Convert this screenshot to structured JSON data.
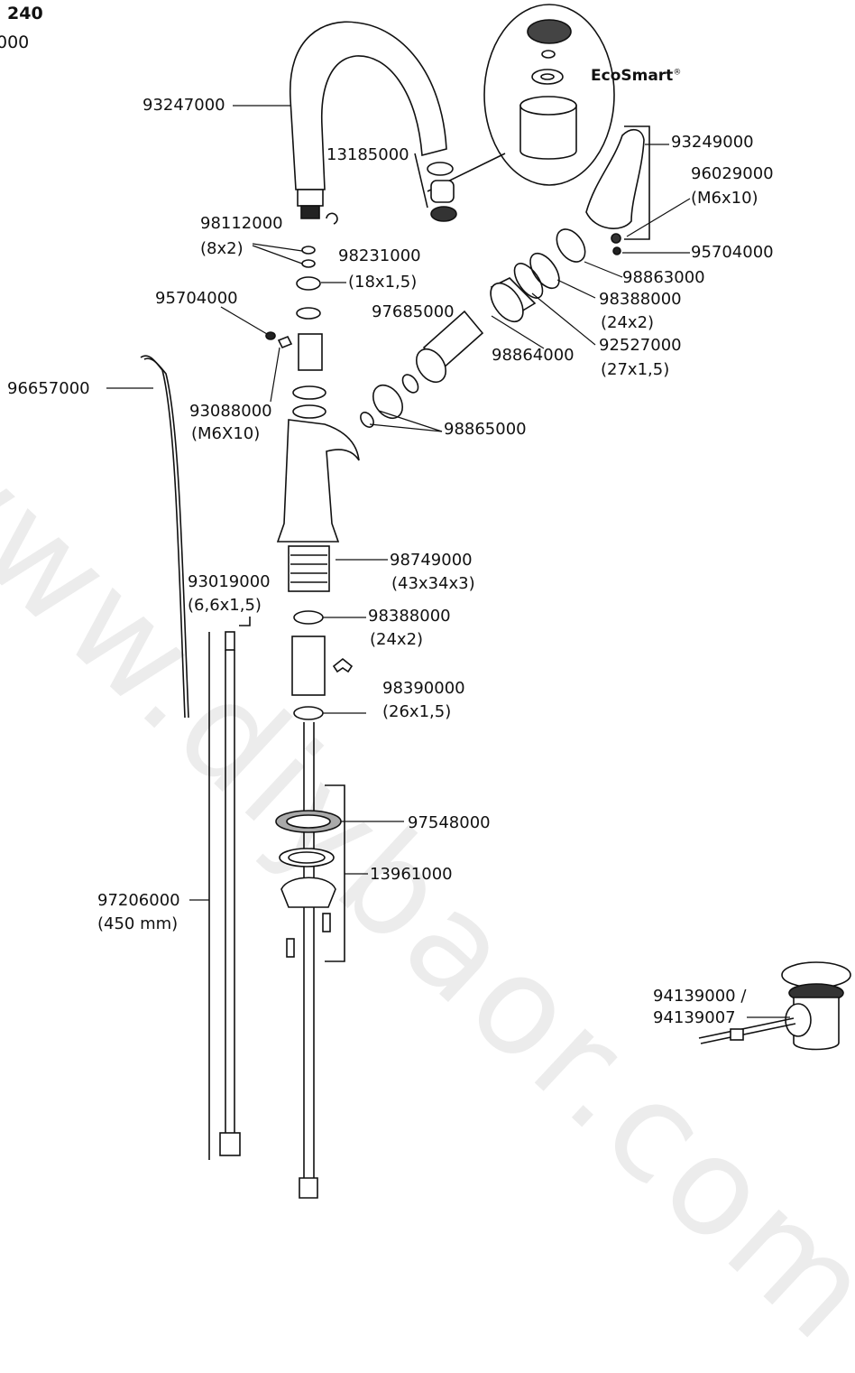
{
  "header": {
    "title_fragment": "240",
    "subtitle_fragment": "000"
  },
  "brand_label": "EcoSmart",
  "brand_mark": "®",
  "watermark": "www.diybaor.com",
  "labels": {
    "spout": "93247000",
    "aerator": "13185000",
    "handle": "93249000",
    "screw1": "96029000",
    "screw1_size": "(M6x10)",
    "grub_right": "95704000",
    "clip": "98112000",
    "oring_8x2": "(8x2)",
    "oring_98231000": "98231000",
    "oring_18": "(18x1,5)",
    "grub_left": "95704000",
    "cartridge": "97685000",
    "ring_98863000": "98863000",
    "oring_98388000_top": "98388000",
    "oring_24_top": "(24x2)",
    "nut_98864000": "98864000",
    "oring_92527000": "92527000",
    "oring_27": "(27x1,5)",
    "rod": "96657000",
    "screw2": "93088000",
    "screw2_size": "(M6X10)",
    "seals_98865000": "98865000",
    "thread_98749000": "98749000",
    "thread_size": "(43x34x3)",
    "hose_93019000": "93019000",
    "hose_size": "(6,6x1,5)",
    "oring_98388000_bot": "98388000",
    "oring_24_bot": "(24x2)",
    "oring_98390000": "98390000",
    "oring_26": "(26x1,5)",
    "washer_97548000": "97548000",
    "mount_13961000": "13961000",
    "hose_97206000": "97206000",
    "hose_length": "(450 mm)",
    "waste_1": "94139000 /",
    "waste_2": "94139007"
  }
}
